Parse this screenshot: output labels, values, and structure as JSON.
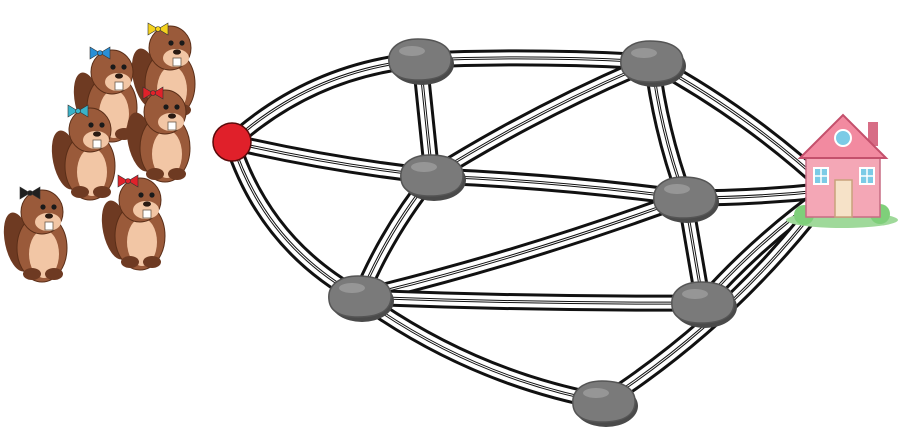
{
  "scene": {
    "background": "#ffffff",
    "road_color": "#111111",
    "road_fill": "#ffffff",
    "stone_color": "#7a7a7a",
    "start_color": "#e0202a",
    "beaver_colors": {
      "fur": "#9a5a3a",
      "belly": "#f2c6a5",
      "tooth": "#ffffff"
    },
    "bow_colors": [
      "#f4d21e",
      "#2a8fd6",
      "#e0222a",
      "#3ab3c9",
      "#e0222a",
      "#1f1f1f"
    ],
    "house_colors": {
      "wall": "#f4a7b6",
      "roof": "#f28aa0",
      "door": "#f6e2c8",
      "window": "#7ccbe6",
      "grass": "#9fd99a"
    }
  },
  "graph": {
    "nodes": [
      {
        "id": "start",
        "kind": "start",
        "label": "start-node"
      },
      {
        "id": "s1",
        "kind": "stone",
        "label": "stone-top-left"
      },
      {
        "id": "s2",
        "kind": "stone",
        "label": "stone-top-right"
      },
      {
        "id": "s3",
        "kind": "stone",
        "label": "stone-middle-left"
      },
      {
        "id": "s4",
        "kind": "stone",
        "label": "stone-middle-right"
      },
      {
        "id": "s5",
        "kind": "stone",
        "label": "stone-lower-left"
      },
      {
        "id": "s6",
        "kind": "stone",
        "label": "stone-lower-right"
      },
      {
        "id": "s7",
        "kind": "stone",
        "label": "stone-bottom"
      },
      {
        "id": "house",
        "kind": "house",
        "label": "house"
      }
    ],
    "edges": [
      [
        "start",
        "s1"
      ],
      [
        "start",
        "s3"
      ],
      [
        "start",
        "s5"
      ],
      [
        "s1",
        "s2"
      ],
      [
        "s1",
        "s3"
      ],
      [
        "s2",
        "s3"
      ],
      [
        "s2",
        "s4"
      ],
      [
        "s2",
        "house"
      ],
      [
        "s3",
        "s4"
      ],
      [
        "s3",
        "s5"
      ],
      [
        "s4",
        "s5"
      ],
      [
        "s4",
        "s6"
      ],
      [
        "s4",
        "house"
      ],
      [
        "s5",
        "s6"
      ],
      [
        "s5",
        "s7"
      ],
      [
        "s6",
        "house"
      ],
      [
        "s7",
        "house"
      ]
    ]
  }
}
